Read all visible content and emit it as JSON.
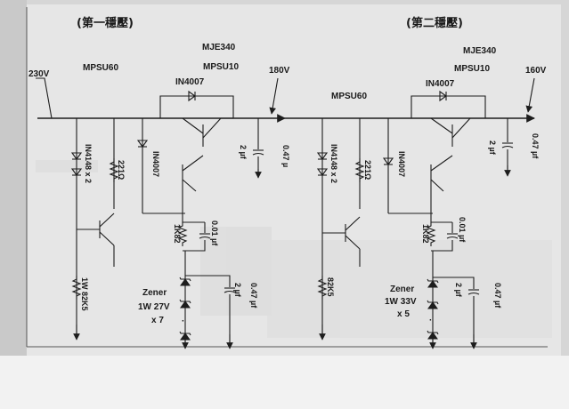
{
  "stage1": {
    "heading": "(第一穩壓)",
    "input_voltage": "230V",
    "output_voltage": "180V",
    "q_series": "MPSU60",
    "q_driver_top": "MJE340",
    "q_driver_bottom": "MPSU10",
    "diode_top": "IN4007",
    "diode_string": "IN4148 x 2",
    "resistor_221": "221Ω",
    "diode_side": "IN4007",
    "resistor_1k82": "1K82",
    "cap_small": "0.01 µf",
    "resistor_82k5": "1W 82K5",
    "zener_title": "Zener",
    "zener_rating": "1W 27V",
    "zener_count": "x 7",
    "cap_2uf_filter": "2 µf",
    "cap_047_filter": "0.47 µf",
    "cap_2uf_out": "2 µf",
    "cap_047_out": "0.47 µ"
  },
  "stage2": {
    "heading": "(第二穩壓)",
    "output_voltage": "160V",
    "q_series": "MPSU60",
    "q_driver_top": "MJE340",
    "q_driver_bottom": "MPSU10",
    "diode_top": "IN4007",
    "diode_string": "IN4148 x 2",
    "resistor_221": "221Ω",
    "diode_side": "IN4007",
    "resistor_1k82": "1K82",
    "cap_small": "0.01 µf",
    "resistor_82k5": "82K5",
    "zener_title": "Zener",
    "zener_rating": "1W 33V",
    "zener_count": "x 5",
    "cap_2uf_filter": "2 µf",
    "cap_047_filter": "0.47 µf",
    "cap_2uf_out": "2 µf",
    "cap_047_out": "0.47 µf"
  }
}
